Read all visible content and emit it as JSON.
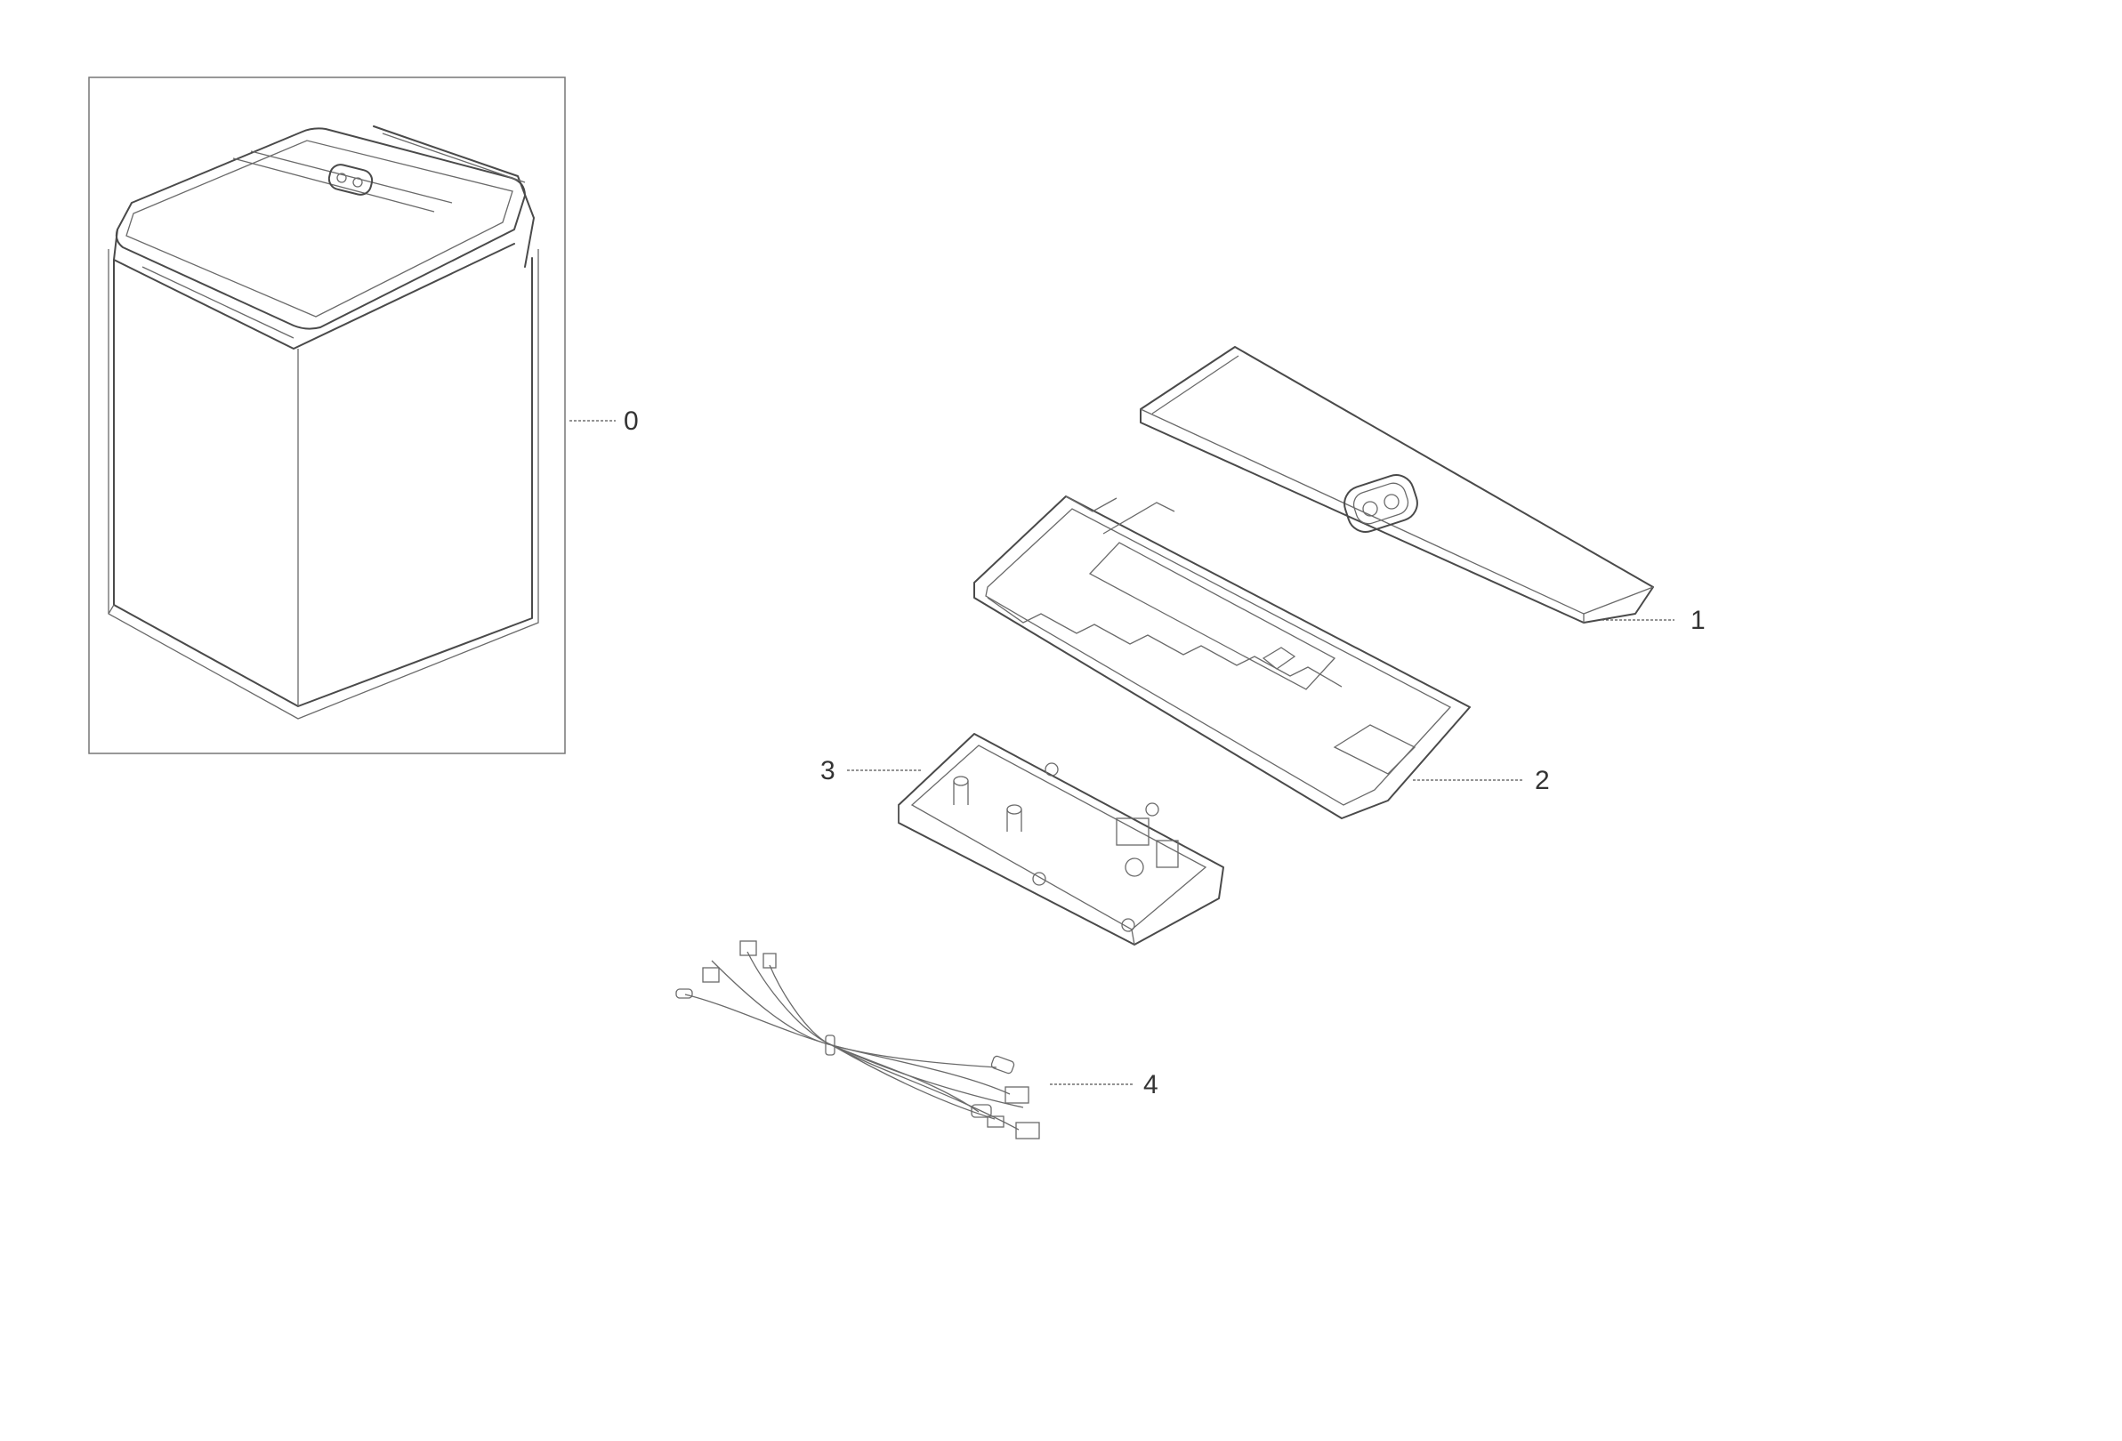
{
  "callouts": [
    {
      "id": "0",
      "label": "0"
    },
    {
      "id": "1",
      "label": "1"
    },
    {
      "id": "2",
      "label": "2"
    },
    {
      "id": "3",
      "label": "3"
    },
    {
      "id": "4",
      "label": "4"
    }
  ],
  "colors": {
    "line": "#4a4a4a",
    "frame": "#777777",
    "background": "#ffffff"
  }
}
